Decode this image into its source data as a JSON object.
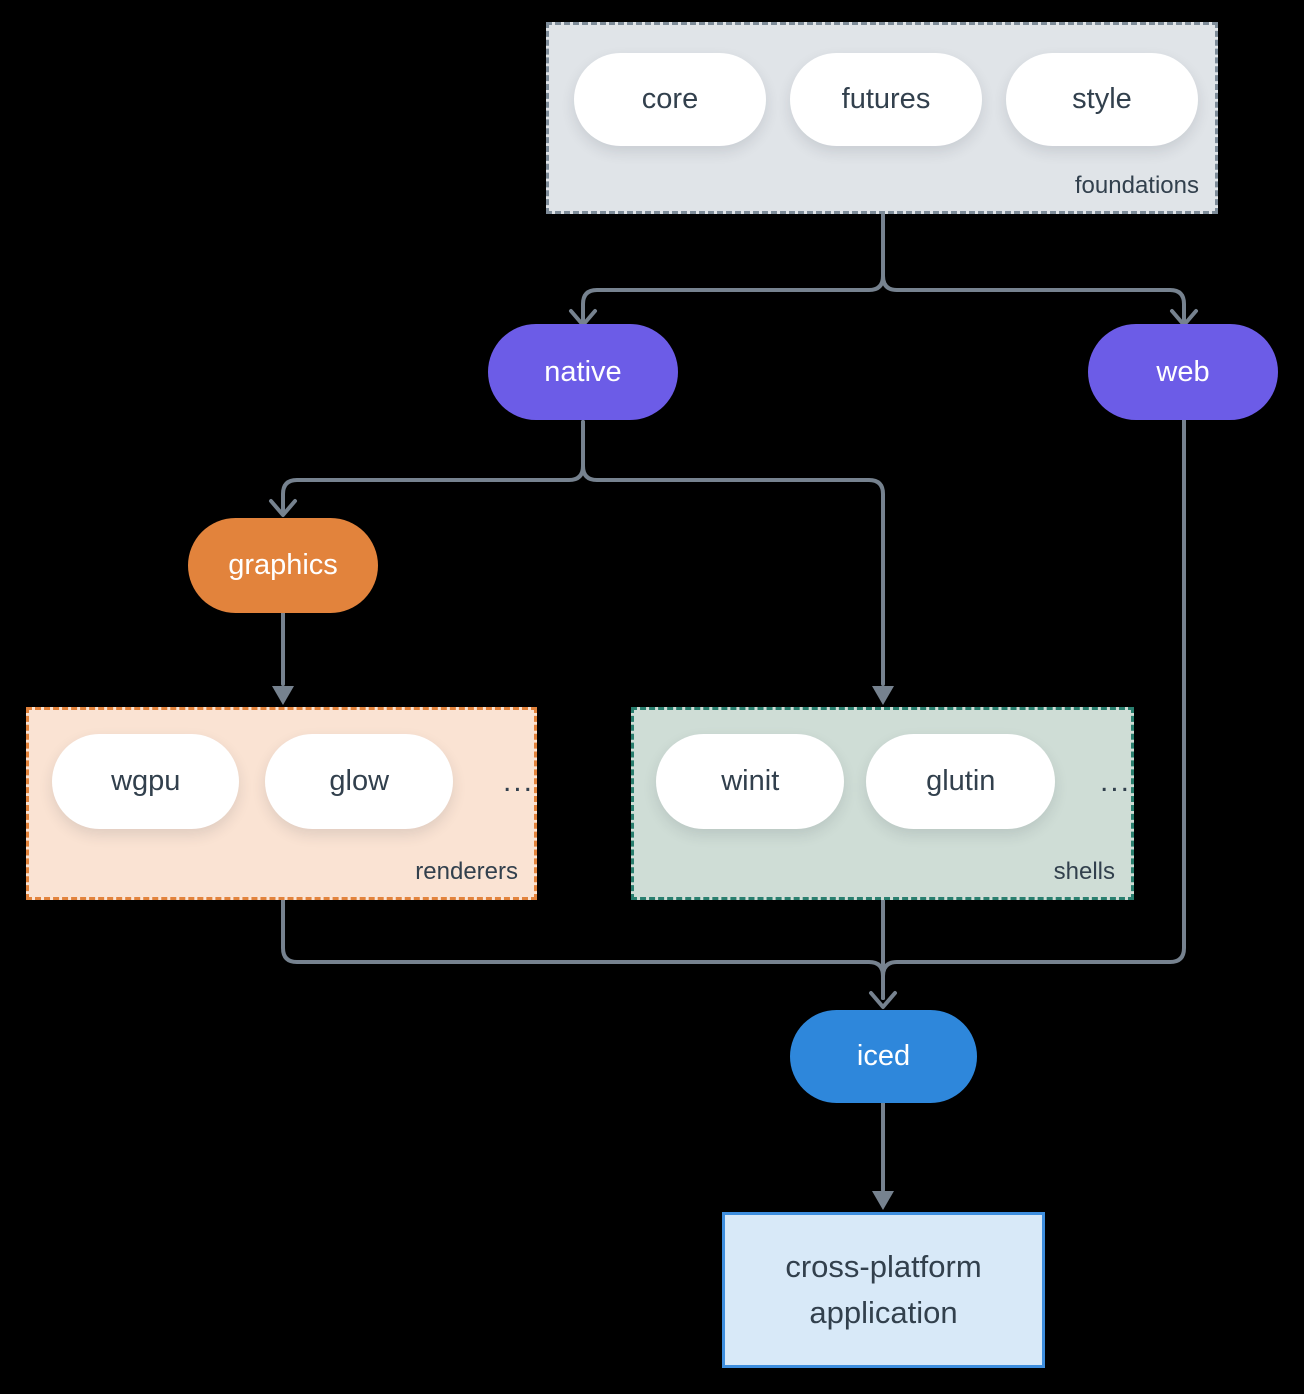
{
  "diagram": {
    "foundations": {
      "label": "foundations",
      "pills": [
        "core",
        "futures",
        "style"
      ]
    },
    "native": {
      "label": "native"
    },
    "web": {
      "label": "web"
    },
    "graphics": {
      "label": "graphics"
    },
    "renderers": {
      "label": "renderers",
      "pills": [
        "wgpu",
        "glow"
      ],
      "more": "..."
    },
    "shells": {
      "label": "shells",
      "pills": [
        "winit",
        "glutin"
      ],
      "more": "..."
    },
    "iced": {
      "label": "iced"
    },
    "application": {
      "label_line1": "cross-platform",
      "label_line2": "application"
    }
  },
  "colors": {
    "line": "#76828F",
    "ink": "#32404D",
    "purple": "#6C5CE7",
    "orange": "#E2833C",
    "blue": "#2E87DB",
    "pill-fill": "#FFFFFF",
    "foundations-fill": "#E0E4E8",
    "foundations-border": "#7E8C99",
    "renderers-fill": "#FAE3D3",
    "renderers-border": "#E2833C",
    "shells-fill": "#CFDDD6",
    "shells-border": "#2A7F6F",
    "app-fill": "#D8E9F8",
    "app-border": "#3E8EDE"
  }
}
